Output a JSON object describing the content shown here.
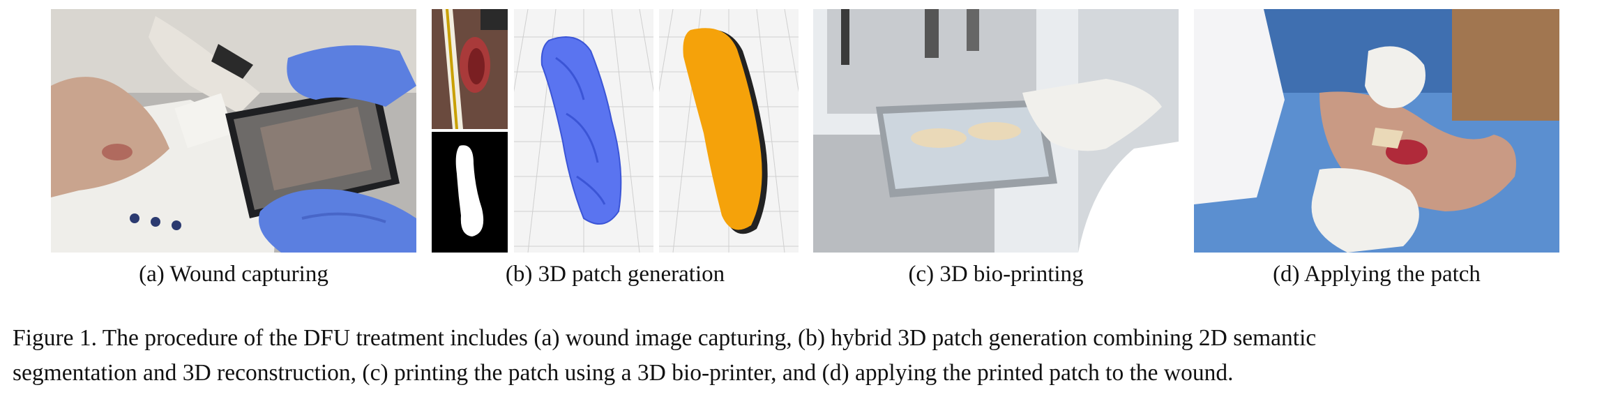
{
  "figure": {
    "subcaptions": {
      "a": "(a) Wound capturing",
      "b": "(b) 3D patch generation",
      "c": "(c) 3D bio-printing",
      "d": "(d) Applying the patch"
    },
    "caption_lines": [
      "Figure 1. The procedure of the DFU treatment includes (a) wound image capturing, (b) hybrid 3D patch generation combining 2D semantic",
      "segmentation and 3D reconstruction, (c) printing the patch using a 3D bio-printer, and (d) applying the printed patch to the wound."
    ]
  },
  "colors": {
    "glove_blue": "#5b7fe0",
    "mesh_blue": "#5a74f0",
    "patch_orange": "#f5a20a",
    "glove_white": "#f1f0ec"
  }
}
